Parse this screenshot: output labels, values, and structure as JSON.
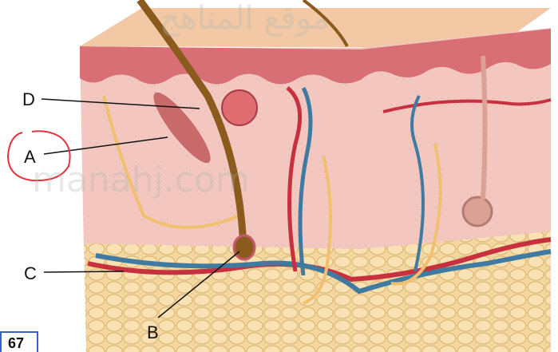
{
  "watermark": {
    "arabic": "موقع المناهج",
    "latin": "manahj.com"
  },
  "labels": {
    "a": "A",
    "b": "B",
    "c": "C",
    "d": "D"
  },
  "page_number": "67",
  "colors": {
    "epidermis": "#d86f74",
    "dermis": "#f0c4bd",
    "top_surface": "#f2c9a4",
    "fat": "#f3d7a1",
    "hair": "#8b5a1d",
    "artery": "#c7313f",
    "vein": "#3f7aa0",
    "nerve": "#f0c070",
    "highlight_circle": "#e2333f"
  }
}
